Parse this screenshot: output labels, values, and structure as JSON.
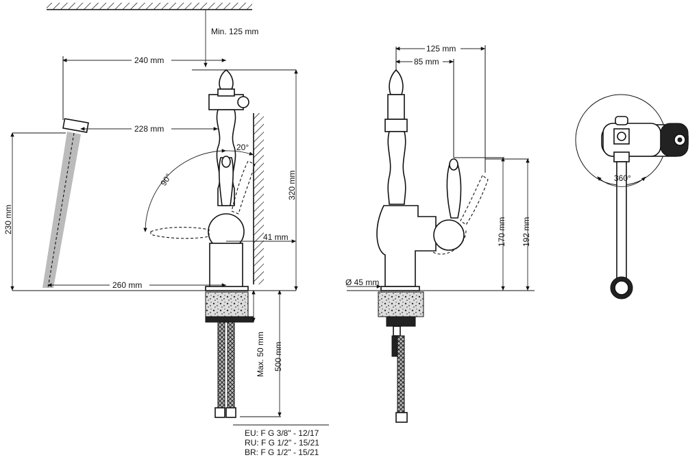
{
  "dimensions": {
    "min_125": "Min. 125 mm",
    "d240": "240 mm",
    "d228": "228 mm",
    "d230": "230 mm",
    "d260": "260 mm",
    "d320": "320 mm",
    "d41": "41 mm",
    "ang20": "20°",
    "ang90": "90°",
    "max50": "Max. 50 mm",
    "d500": "500 mm",
    "d125b": "125 mm",
    "d85": "85 mm",
    "d170": "170 mm",
    "d192": "192 mm",
    "dia45": "Ø 45 mm",
    "rot360": "360°"
  },
  "connections": [
    "EU: F G 3/8\" - 12/17",
    "RU: F G 1/2\" - 15/21",
    "BR: F G 1/2\" - 15/21"
  ]
}
